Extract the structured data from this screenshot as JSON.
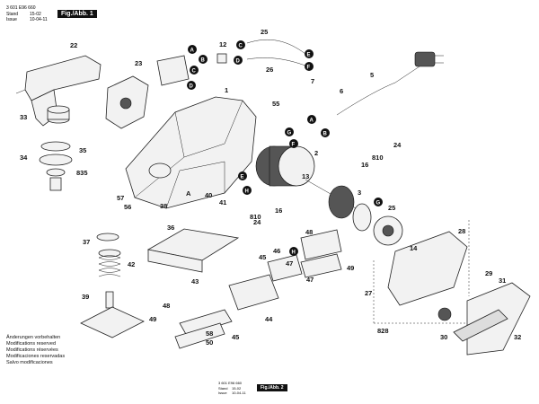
{
  "header": {
    "part_number": "3 601 E96 660",
    "stand_label": "Stand",
    "stand_value": "15-02",
    "issue_label": "Issue",
    "issue_value": "10-04-11",
    "fig_label": "Fig./Abb. 1"
  },
  "footer": {
    "part_number": "3 601 E96 660",
    "stand_label": "Stand",
    "stand_value": "15-02",
    "issue_label": "Issue",
    "issue_value": "10-04-11",
    "fig_label": "Fig./Abb. 2"
  },
  "disclaimer": [
    "Änderungen vorbehalten",
    "Modifications reserved",
    "Modifications réservées",
    "Modificaciones reservadas",
    "Salvo modificaciones"
  ],
  "part_labels": [
    "22",
    "23",
    "12",
    "26",
    "25",
    "1",
    "5",
    "33",
    "35",
    "34",
    "835",
    "55",
    "2",
    "6",
    "7",
    "810",
    "16",
    "24",
    "3",
    "13",
    "25",
    "57",
    "56",
    "40",
    "41",
    "36",
    "38",
    "A",
    "24",
    "810",
    "16",
    "46",
    "48",
    "37",
    "42",
    "45",
    "44",
    "43",
    "48",
    "47",
    "47",
    "49",
    "14",
    "28",
    "29",
    "31",
    "27",
    "30",
    "39",
    "828",
    "32",
    "49",
    "58",
    "45",
    "50"
  ],
  "callouts": [
    "A",
    "B",
    "C",
    "D",
    "C",
    "D",
    "E",
    "F",
    "A",
    "B",
    "G",
    "F",
    "E",
    "H",
    "G",
    "H"
  ]
}
